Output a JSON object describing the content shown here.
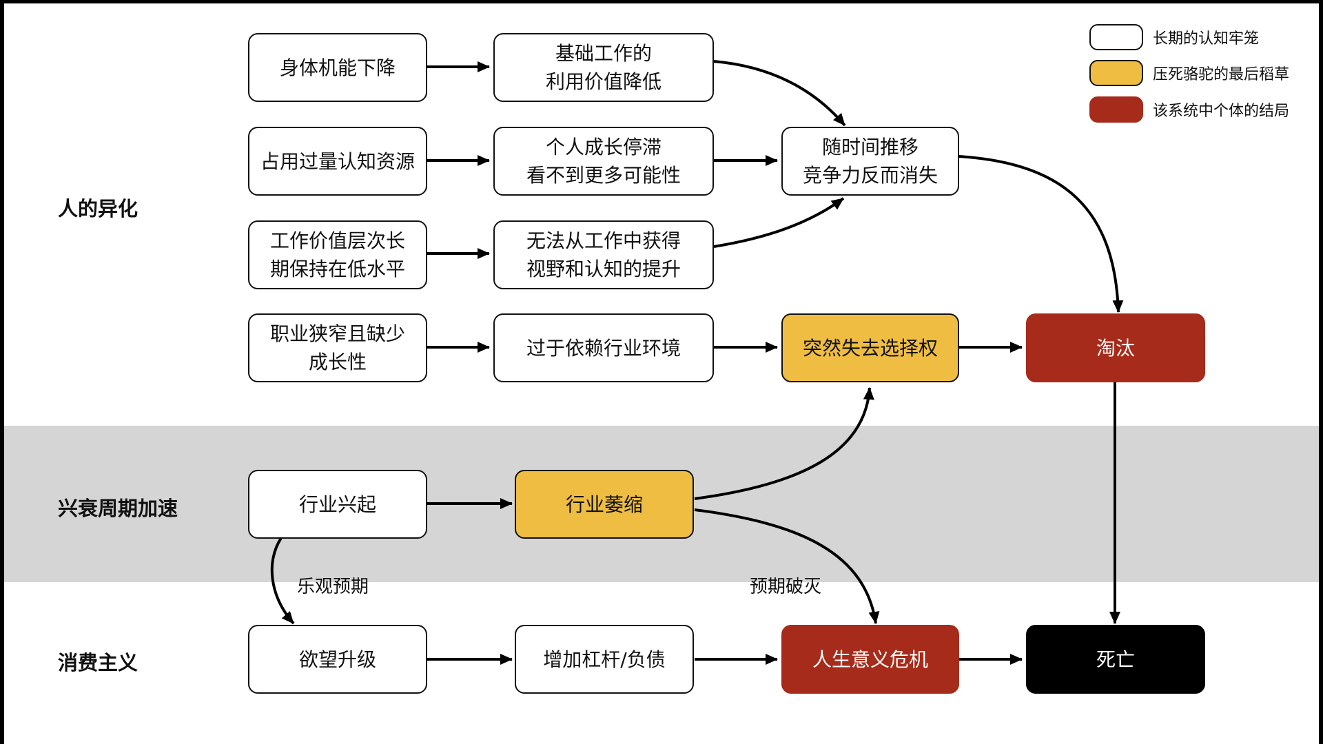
{
  "rows": {
    "alienation": "人的异化",
    "cycle": "兴衰周期加速",
    "consumerism": "消费主义"
  },
  "legend": [
    {
      "label": "长期的认知牢笼",
      "color": "#ffffff",
      "bordered": true
    },
    {
      "label": "压死骆驼的最后稻草",
      "color": "#eebd42",
      "bordered": true
    },
    {
      "label": "该系统中个体的结局",
      "color": "#a62b1a",
      "bordered": false
    }
  ],
  "nodes": {
    "body_decline": [
      "身体机能下降"
    ],
    "basic_work_value": [
      "基础工作的",
      "利用价值降低"
    ],
    "cognitive_overuse": [
      "占用过量认知资源"
    ],
    "growth_stagnation": [
      "个人成长停滞",
      "看不到更多可能性"
    ],
    "competitiveness_lost": [
      "随时间推移",
      "竞争力反而消失"
    ],
    "low_work_level": [
      "工作价值层次长",
      "期保持在低水平"
    ],
    "no_vision": [
      "无法从工作中获得",
      "视野和认知的提升"
    ],
    "narrow_career": [
      "职业狭窄且缺少",
      "成长性"
    ],
    "industry_dependence": [
      "过于依赖行业环境"
    ],
    "lose_choice": [
      "突然失去选择权"
    ],
    "eliminated": [
      "淘汰"
    ],
    "industry_rise": [
      "行业兴起"
    ],
    "industry_shrink": [
      "行业萎缩"
    ],
    "desire_upgrade": [
      "欲望升级"
    ],
    "leverage_debt": [
      "增加杠杆/负债"
    ],
    "meaning_crisis": [
      "人生意义危机"
    ],
    "death": [
      "死亡"
    ]
  },
  "edge_labels": {
    "optimistic": "乐观预期",
    "disillusion": "预期破灭"
  },
  "colors": {
    "cage": "#ffffff",
    "last_straw": "#eebd42",
    "outcome": "#a62b1a",
    "death": "#000000",
    "band": "#d5d5d5"
  }
}
